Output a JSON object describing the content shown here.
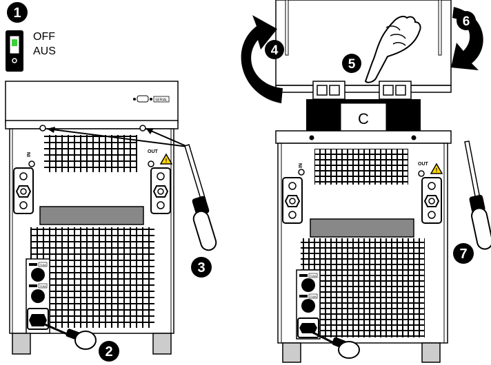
{
  "switch_state": {
    "line1": "OFF",
    "line2": "AUS"
  },
  "connector_label": "SERIAL",
  "port_labels": {
    "in": "IN",
    "out": "OUT"
  },
  "fuse_label": "T16A",
  "display_letter": "C",
  "steps": [
    "1",
    "2",
    "3",
    "4",
    "5",
    "6",
    "7"
  ],
  "icons": {
    "warning": "warning-triangle-icon",
    "hand": "pointing-hand-icon",
    "rotate_left": "counterclockwise-arrow-icon",
    "rotate_right": "clockwise-arrow-icon",
    "screwdriver": "screwdriver-icon"
  }
}
